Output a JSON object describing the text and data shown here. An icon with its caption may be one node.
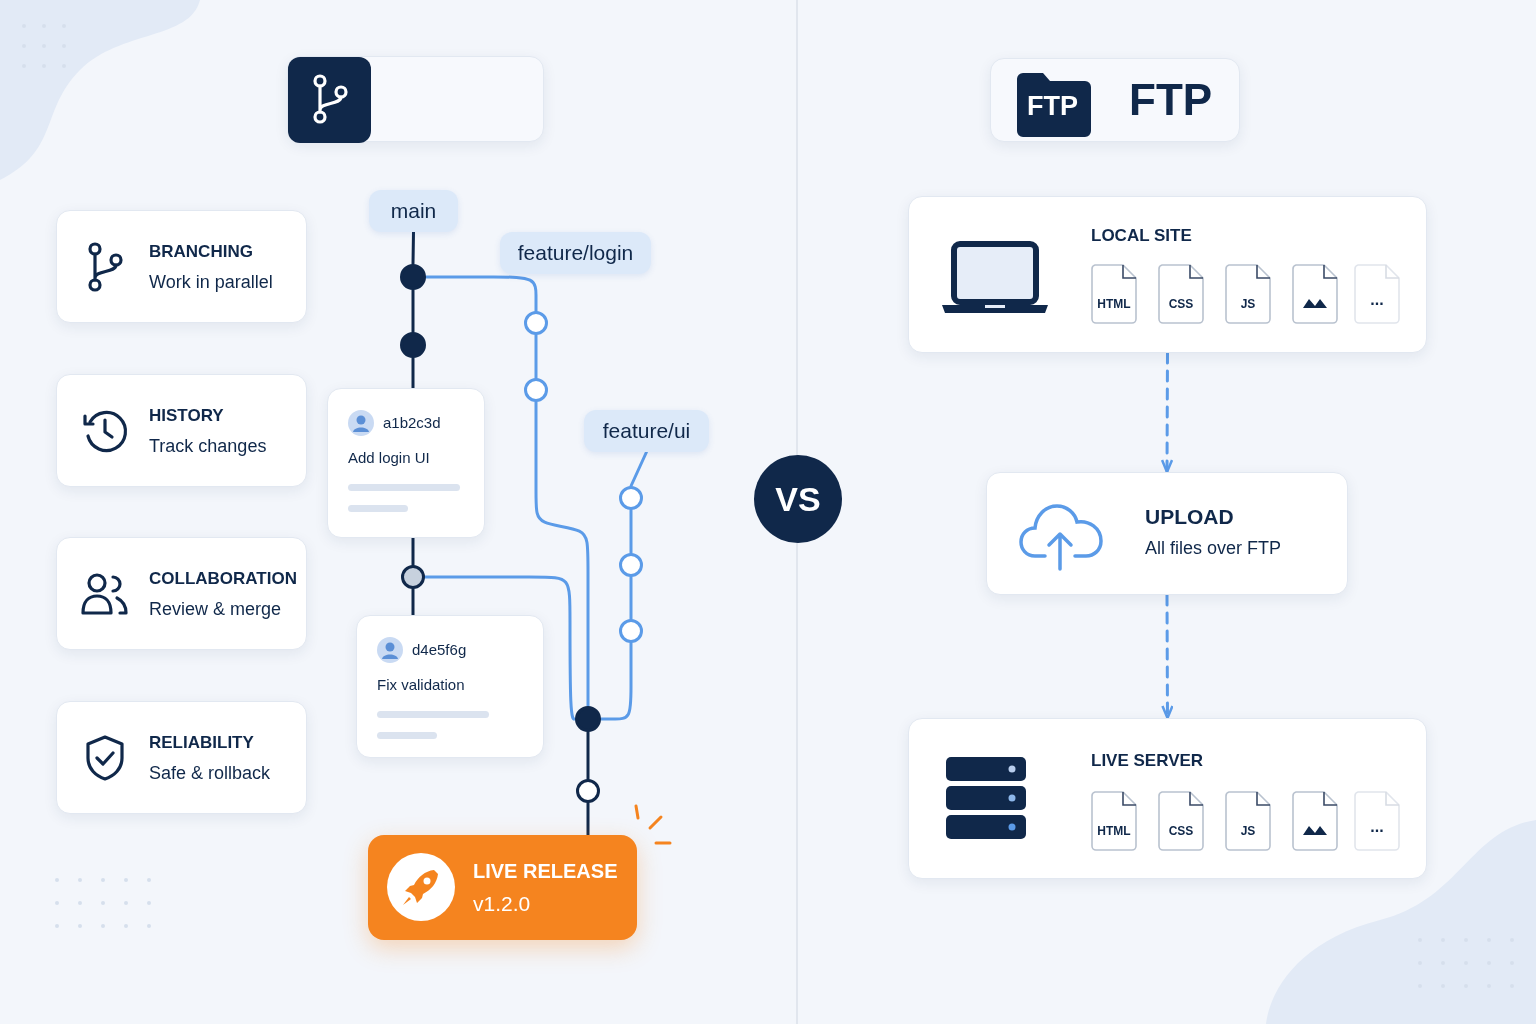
{
  "diagram": {
    "nodes": [
      {
        "text": [],
        "shape": "box"
      },
      {
        "text": [
          "FTP"
        ]
      },
      {
        "text": [
          "BRANCHING",
          "Work in parallel"
        ]
      },
      {
        "text": [
          "HISTORY",
          "Track changes"
        ]
      },
      {
        "text": [
          "COLLABORATION",
          "Review & merge"
        ]
      },
      {
        "text": [
          "RELIABILITY",
          "Safe & rollback"
        ]
      },
      {
        "text": [
          "main"
        ]
      },
      {
        "text": [
          "feature/login"
        ]
      },
      {
        "text": [
          "feature/ui"
        ]
      },
      {
        "text": [],
        "shape": "circle"
      },
      {
        "text": [],
        "shape": "circle"
      },
      {
        "text": [
          "a1b2c3d",
          "Add login UI"
        ]
      },
      {
        "text": [],
        "shape": "circle"
      },
      {
        "text": [
          "d4e5f6g",
          "Fix validation"
        ]
      },
      {
        "text": [],
        "shape": "circle"
      },
      {
        "text": [],
        "shape": "circle"
      },
      {
        "text": [],
        "shape": "circle"
      },
      {
        "text": [],
        "shape": "circle"
      },
      {
        "text": [],
        "shape": "circle"
      },
      {
        "text": [],
        "shape": "circle"
      },
      {
        "text": [],
        "shape": "circle"
      },
      {
        "text": [
          "LIVE RELEASE",
          "v1.2.0"
        ]
      },
      {
        "text": [
          "VS"
        ]
      },
      {
        "text": [
          "LOCAL SITE"
        ]
      },
      {
        "text": [
          "HTML"
        ],
        "in": 23
      },
      {
        "text": [
          "CSS"
        ],
        "in": 23
      },
      {
        "text": [
          "JS"
        ],
        "in": 23
      },
      {
        "text": [],
        "shape": "document",
        "in": 23
      },
      {
        "text": [
          "..."
        ],
        "in": 23
      },
      {
        "text": [
          "UPLOAD",
          "All files over FTP"
        ]
      },
      {
        "text": [
          "LIVE SERVER"
        ]
      },
      {
        "text": [
          "HTML"
        ],
        "in": 30
      },
      {
        "text": [
          "CSS"
        ],
        "in": 30
      },
      {
        "text": [
          "JS"
        ],
        "in": 30
      },
      {
        "text": [],
        "shape": "document",
        "in": 30
      },
      {
        "text": [
          "..."
        ],
        "in": 30
      }
    ],
    "edges": [
      {
        "from": 6,
        "to": 9,
        "arrow": "none",
        "color": "#10284a"
      },
      {
        "from": 9,
        "to": 10,
        "arrow": "none",
        "color": "#10284a"
      },
      {
        "from": 10,
        "to": 11,
        "arrow": "none",
        "color": "#10284a"
      },
      {
        "from": 11,
        "to": 12,
        "arrow": "none",
        "color": "#10284a"
      },
      {
        "from": 12,
        "to": 13,
        "arrow": "none",
        "color": "#10284a"
      },
      {
        "from": 9,
        "to": 14,
        "arrow": "none"
      },
      {
        "from": 14,
        "to": 15,
        "arrow": "none"
      },
      {
        "from": 15,
        "to": 19,
        "arrow": "none"
      },
      {
        "from": 12,
        "to": 19,
        "arrow": "none"
      },
      {
        "from": 8,
        "to": 16,
        "arrow": "none"
      },
      {
        "from": 16,
        "to": 17,
        "arrow": "none"
      },
      {
        "from": 17,
        "to": 18,
        "arrow": "none"
      },
      {
        "from": 18,
        "to": 19,
        "arrow": "none"
      },
      {
        "from": 19,
        "to": 20,
        "arrow": "none",
        "color": "#10284a"
      },
      {
        "from": 20,
        "to": 21,
        "arrow": "none",
        "color": "#10284a"
      },
      {
        "from": 23,
        "to": 29,
        "arrow": "to",
        "style": "dashed"
      },
      {
        "from": 29,
        "to": 30,
        "arrow": "to",
        "style": "dashed"
      }
    ],
    "labels": [
      "FTP"
    ]
  }
}
